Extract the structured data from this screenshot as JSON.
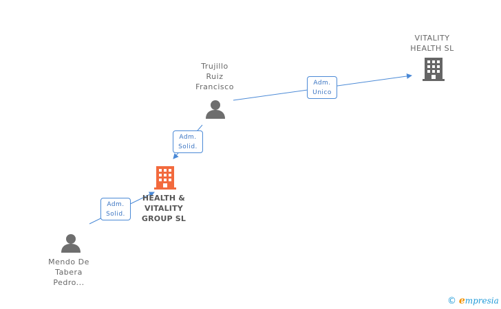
{
  "nodes": {
    "vitality_health": {
      "name_lines": [
        "VITALITY",
        "HEALTH SL"
      ],
      "icon": "building-icon",
      "color": "#666666"
    },
    "trujillo": {
      "name_lines": [
        "Trujillo",
        "Ruiz",
        "Francisco"
      ],
      "icon": "person-icon",
      "color": "#6e6e6e"
    },
    "health_vitality_group": {
      "name_lines": [
        "HEALTH &",
        "VITALITY",
        "GROUP SL"
      ],
      "icon": "building-icon",
      "color": "#f26a3d"
    },
    "mendo": {
      "name_lines": [
        "Mendo De",
        "Tabera",
        "Pedro..."
      ],
      "icon": "person-icon",
      "color": "#6e6e6e"
    }
  },
  "edges": {
    "trujillo_to_vitality": {
      "label_lines": [
        "Adm.",
        "Unico"
      ]
    },
    "trujillo_to_group": {
      "label_lines": [
        "Adm.",
        "Solid."
      ]
    },
    "mendo_to_group": {
      "label_lines": [
        "Adm.",
        "Solid."
      ]
    }
  },
  "colors": {
    "edge": "#4a89d6"
  },
  "watermark": {
    "copyright": "©",
    "brand_initial": "e",
    "brand_rest": "mpresia"
  }
}
